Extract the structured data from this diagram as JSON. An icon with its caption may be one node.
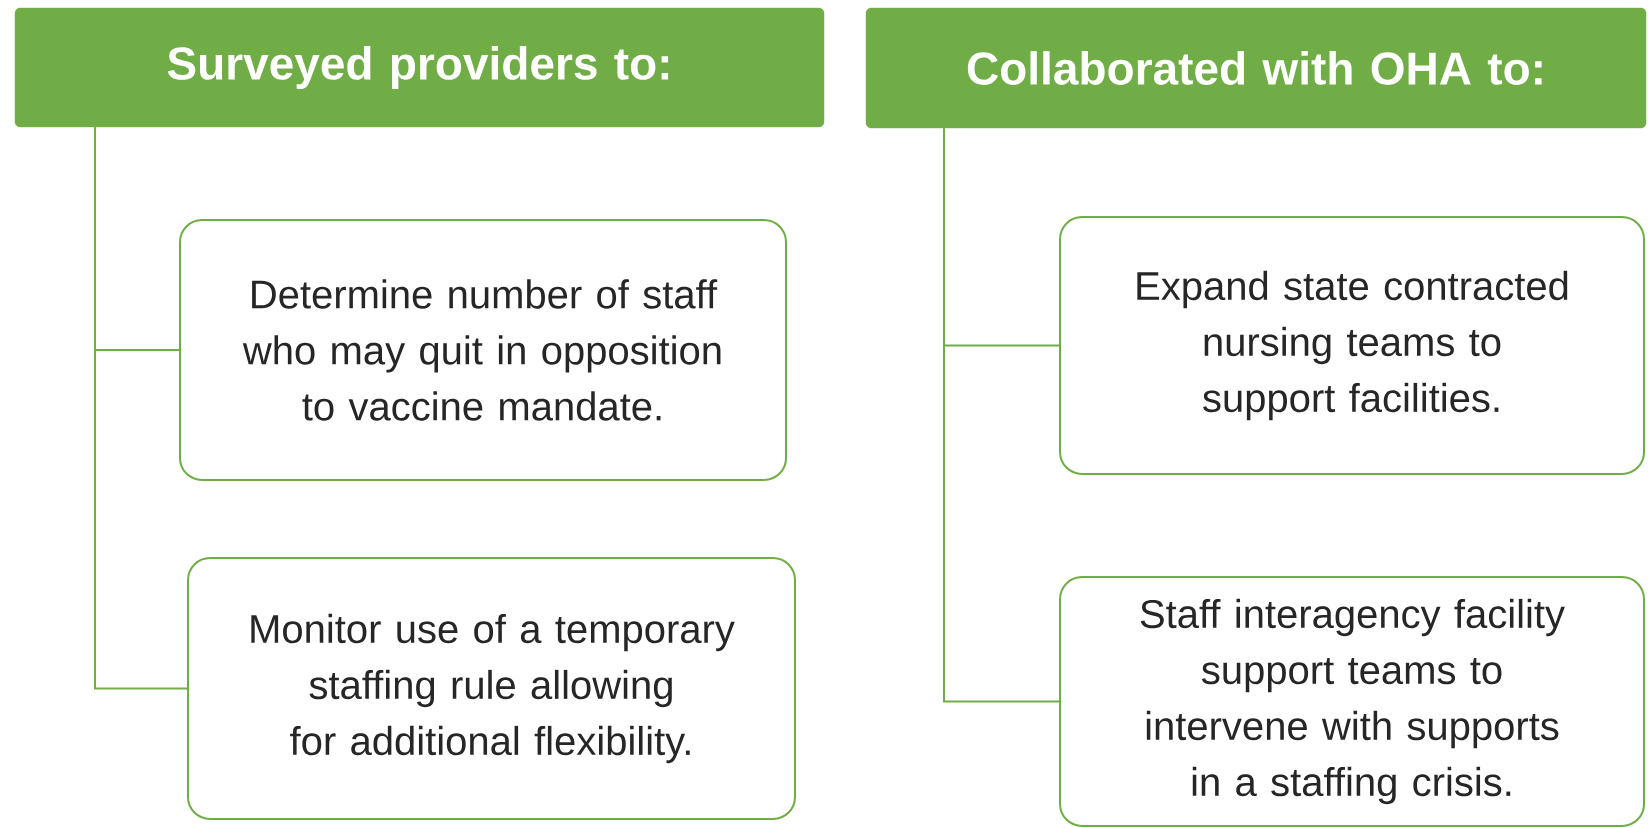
{
  "diagram": {
    "nodes": [
      {
        "text": [
          "Surveyed providers to:"
        ]
      },
      {
        "text": [
          "Determine number of staff who may quit in opposition to  vaccine mandate."
        ]
      },
      {
        "text": [
          "Monitor use of a temporary staffing rule allowing for additional flexibility."
        ]
      },
      {
        "text": [
          "Collaborated with OHA to:"
        ]
      },
      {
        "text": [
          "Expand state contracted nursing teams to support facilities."
        ]
      },
      {
        "text": [
          "Staff interagency facility support teams to intervene with supports in a staffing crisis."
        ]
      }
    ],
    "edges": [
      {
        "from": 0,
        "to": 1,
        "arrow": "none"
      },
      {
        "from": 0,
        "to": 2,
        "arrow": "none"
      },
      {
        "from": 3,
        "to": 4,
        "arrow": "none"
      },
      {
        "from": 3,
        "to": 5,
        "arrow": "none"
      }
    ]
  }
}
